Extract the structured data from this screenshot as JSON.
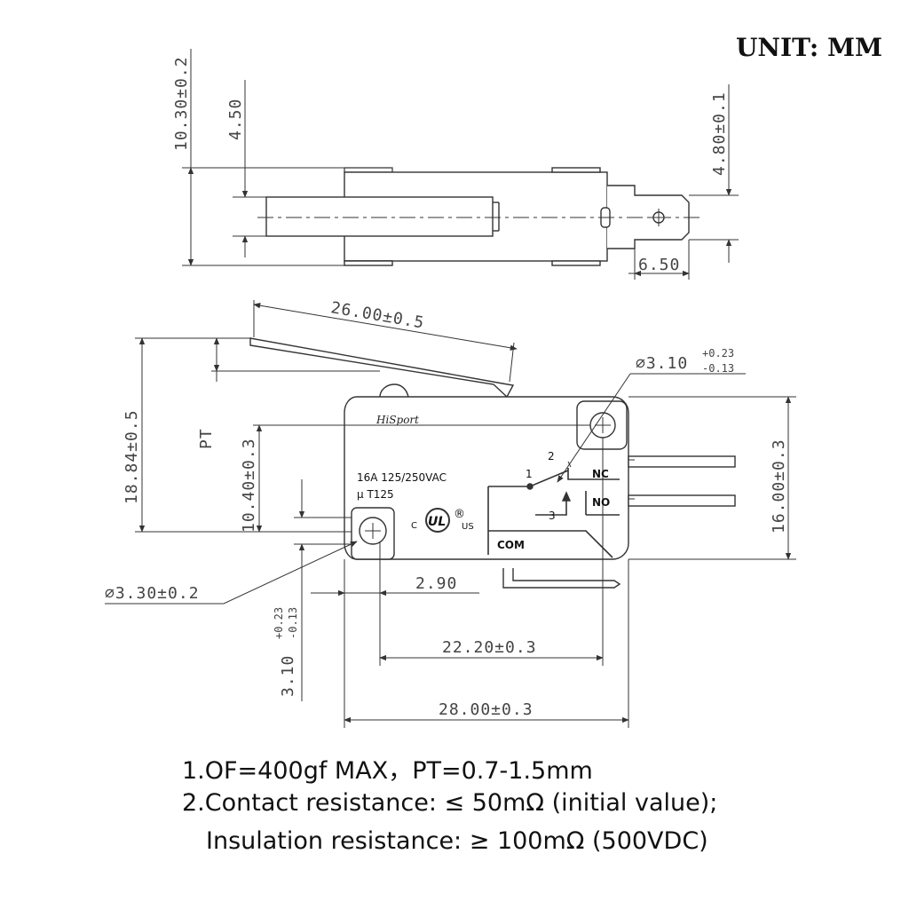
{
  "unit_label": "UNIT: MM",
  "top_view": {
    "dim_total_height": "10.30±0.2",
    "dim_plunger": "4.50",
    "dim_terminal_height": "4.80±0.1",
    "dim_terminal_length": "6.50"
  },
  "front_view": {
    "dim_lever_length": "26.00±0.5",
    "dim_hole_right": "⌀3.10",
    "dim_hole_right_tol_plus": "+0.23",
    "dim_hole_right_tol_minus": "-0.13",
    "dim_total_height": "18.84±0.5",
    "dim_pt": "PT",
    "dim_hole_center_height": "10.40±0.3",
    "dim_body_height": "16.00±0.3",
    "dim_hole_left": "⌀3.30±0.2",
    "dim_hole_offset": "2.90",
    "dim_hole_left_height": "3.10",
    "dim_hole_left_tol_plus": "+0.23",
    "dim_hole_left_tol_minus": "-0.13",
    "dim_hole_spacing": "22.20±0.3",
    "dim_body_length": "28.00±0.3",
    "brand": "HiSport",
    "rating": "16A  125/250VAC",
    "temp_mark": "µ  T125",
    "cert_c": "C",
    "cert_us": "US",
    "cert_ul": "UL",
    "cert_r": "®",
    "terminal_nc": "NC",
    "terminal_no": "NO",
    "terminal_com": "COM",
    "pin_1": "1",
    "pin_2": "2",
    "pin_3": "3"
  },
  "notes": {
    "line1": "1.OF=400gf MAX，PT=0.7-1.5mm",
    "line2": "2.Contact resistance: ≤ 50mΩ (initial value);",
    "line3": "Insulation resistance: ≥ 100mΩ (500VDC)"
  }
}
